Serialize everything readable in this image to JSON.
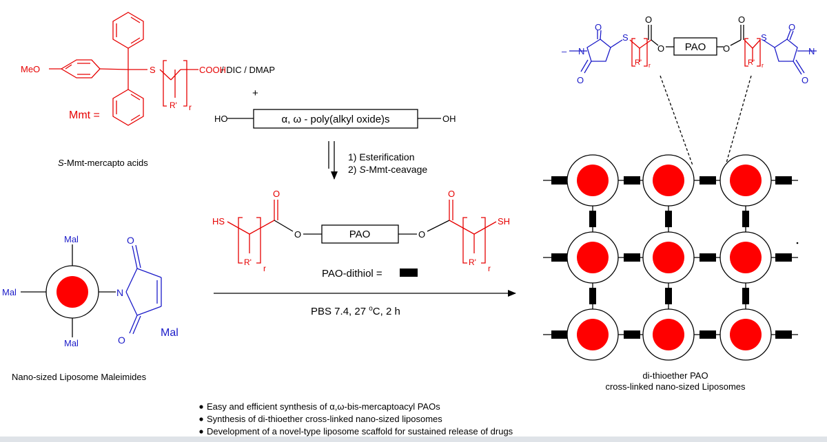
{
  "colors": {
    "red": "#e60000",
    "blue": "#1a1ac8",
    "black": "#000000",
    "core": "#ff0000"
  },
  "mmt_reagent": {
    "meo": "MeO",
    "s": "S",
    "cooh": "COOH",
    "reagents": " / DIC / DMAP",
    "r_prime": "R'",
    "r": "r",
    "mmt_eq": "Mmt =",
    "caption_s": "S",
    "caption_rest": "-Mmt-mercapto acids"
  },
  "plus": "+",
  "pao_diol": {
    "ho": "HO",
    "label": "α, ω - poly(alkyl oxide)s",
    "oh": "OH"
  },
  "steps": {
    "step1": "1) Esterification",
    "step2_prefix": "2) ",
    "step2_s": "S",
    "step2_rest": "-Mmt-ceavage"
  },
  "dithiol": {
    "sh_left": "HS",
    "sh_right": "SH",
    "o": "O",
    "pao": "PAO",
    "r_prime": "R'",
    "r": "r",
    "legend": "PAO-dithiol ="
  },
  "liposome_mal": {
    "mal": "Mal",
    "n": "N",
    "o": "O",
    "caption": "Nano-sized Liposome Maleimides"
  },
  "conditions": {
    "prefix": "PBS 7.4, 27 ",
    "deg": "o",
    "suffix": "C, 2 h"
  },
  "crosslinker": {
    "o": "O",
    "s": "S",
    "n": "N",
    "pao": "PAO",
    "r_prime": "R'",
    "r": "r"
  },
  "network_caption": [
    "di-thioether PAO",
    "cross-linked nano-sized Liposomes"
  ],
  "bullets": [
    "Easy and efficient synthesis of α,ω-bis-mercaptoacyl PAOs",
    "Synthesis of di-thioether cross-linked nano-sized liposomes",
    "Development of a novel-type liposome scaffold for sustained release of drugs"
  ]
}
